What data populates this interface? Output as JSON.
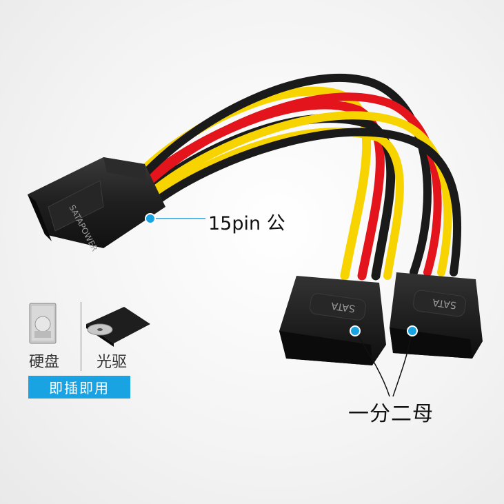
{
  "labels": {
    "connector_male": "15pin 公",
    "split": "一分二母",
    "device_hdd": "硬盘",
    "device_odd": "光驱",
    "badge": "即插即用",
    "main_plug_text": "SATAPOWER",
    "female_plug_text": "SATA"
  },
  "colors": {
    "accent": "#1aa3e3",
    "wire_yellow": "#f7d400",
    "wire_red": "#e3141b",
    "wire_black": "#1a1a1a",
    "plug": "#1c1c1c"
  }
}
